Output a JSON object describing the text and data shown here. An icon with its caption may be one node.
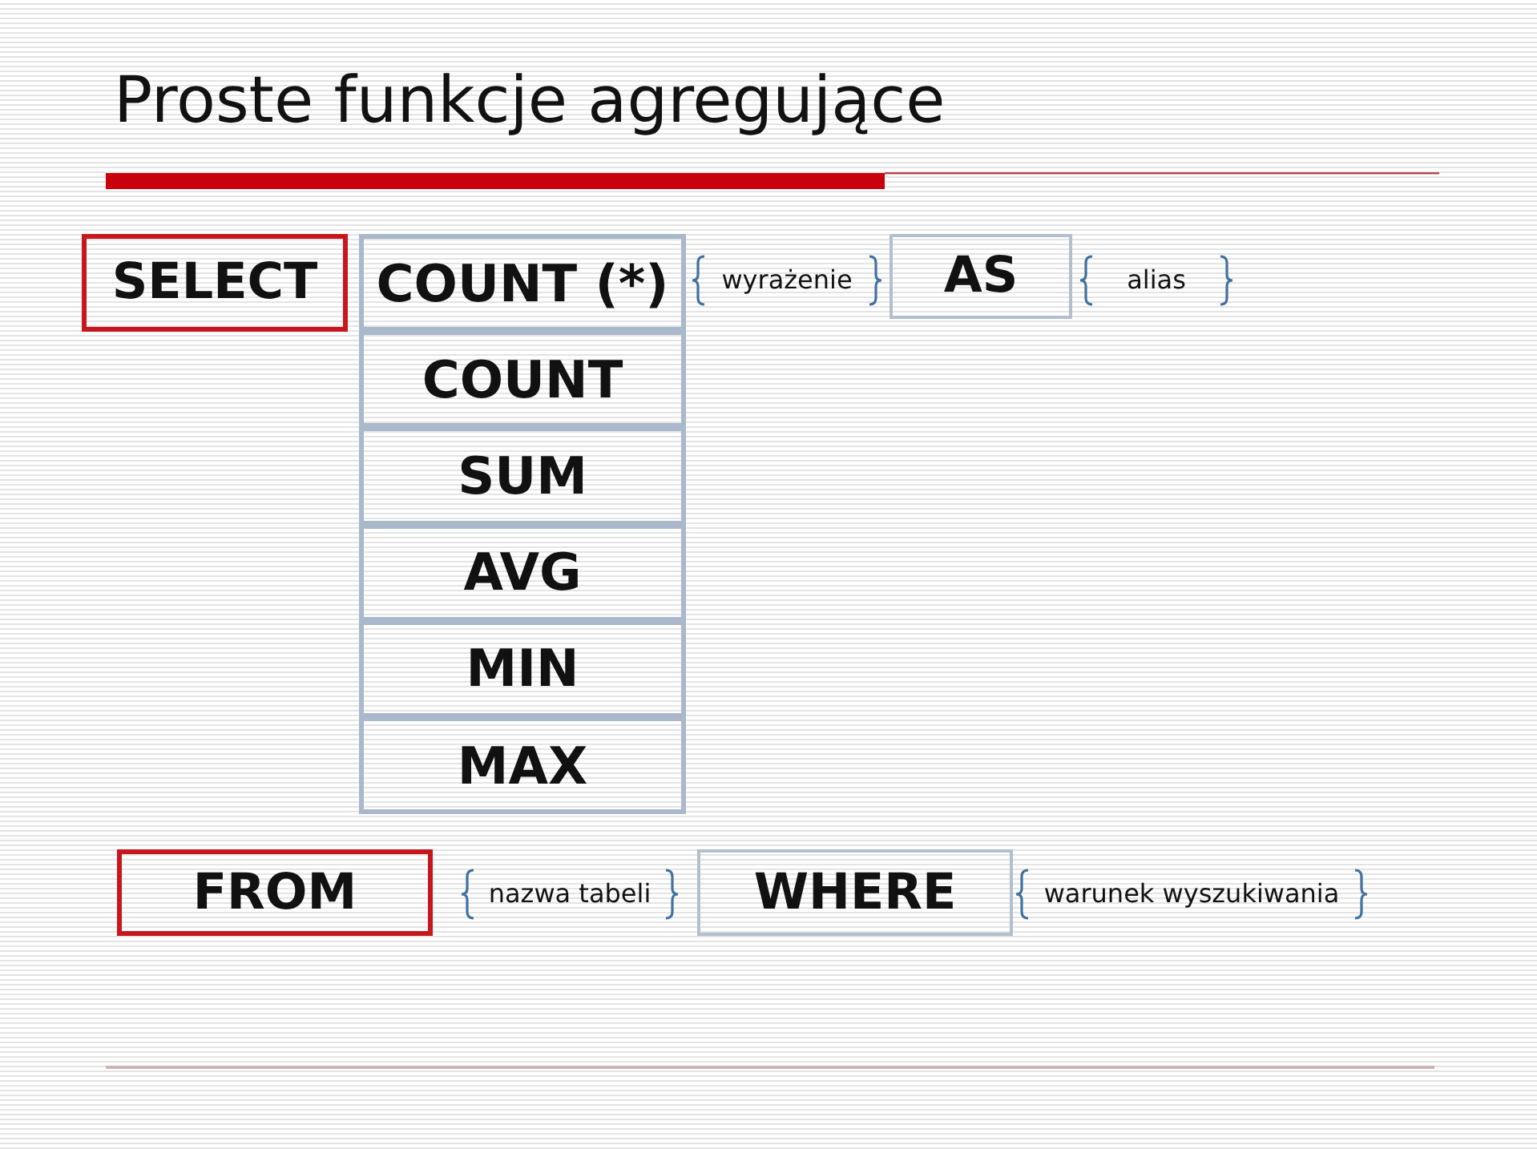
{
  "diagram": {
    "title": "Proste funkcje agregujące",
    "nodes": [
      {
        "text": [
          "SELECT"
        ]
      },
      {
        "text": [
          "COUNT (*)"
        ]
      },
      {
        "text": [
          "COUNT"
        ]
      },
      {
        "text": [
          "SUM"
        ]
      },
      {
        "text": [
          "AVG"
        ]
      },
      {
        "text": [
          "MIN"
        ]
      },
      {
        "text": [
          "MAX"
        ]
      },
      {
        "text": [
          "AS"
        ]
      },
      {
        "text": [
          "FROM"
        ]
      },
      {
        "text": [
          "WHERE"
        ]
      }
    ],
    "labels": [
      "wyrażenie",
      "alias",
      "nazwa tabeli",
      "warunek wyszukiwania"
    ]
  }
}
